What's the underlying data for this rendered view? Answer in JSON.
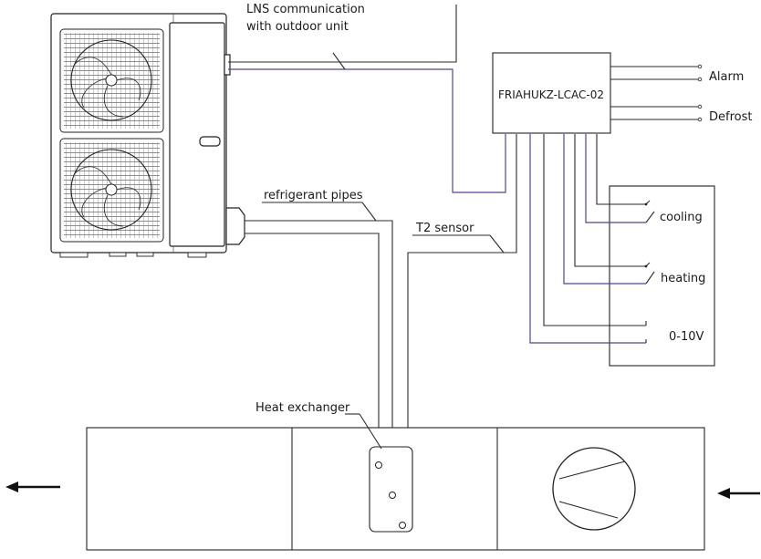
{
  "labels": {
    "lns_line1": "LNS communication",
    "lns_line2": "with outdoor unit",
    "controller": "FRIAHUKZ-LCAC-02",
    "alarm": "Alarm",
    "defrost": "Defrost",
    "cooling": "cooling",
    "heating": "heating",
    "analog": "0-10V",
    "refrigerant": "refrigerant pipes",
    "t2": "T2 sensor",
    "heat_exchanger": "Heat exchanger"
  },
  "colors": {
    "wire": "#2b2b2b",
    "signal_wire": "#5b3fa0"
  },
  "icons": {
    "airflow_out": "arrow-left-icon",
    "airflow_in": "arrow-left-icon",
    "fan": "fan-icon",
    "outdoor_unit": "outdoor-unit-icon"
  }
}
